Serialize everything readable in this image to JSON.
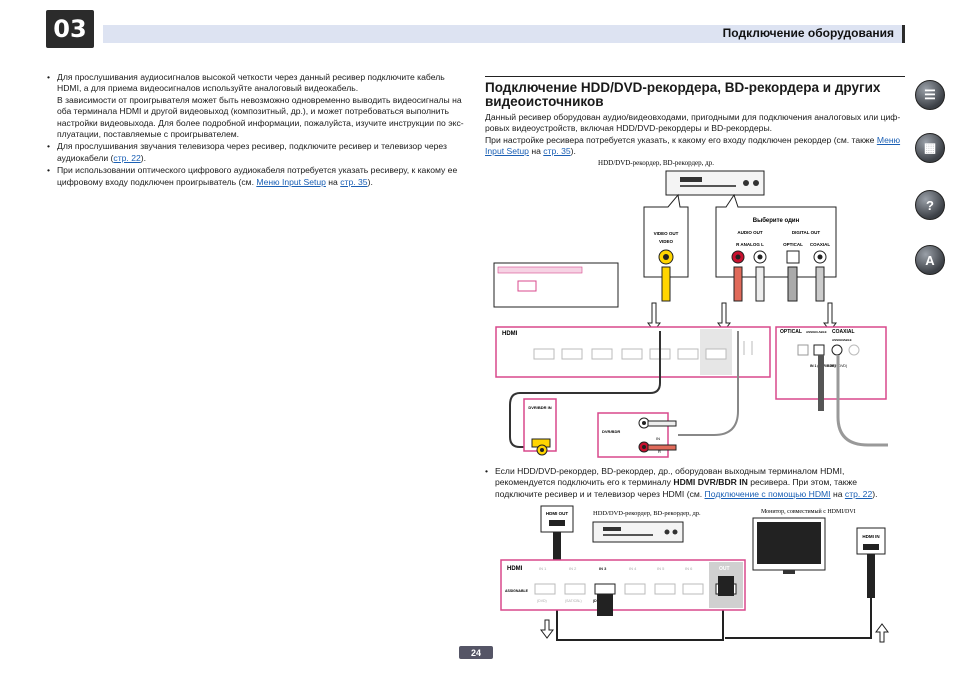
{
  "header": {
    "chapter": "03",
    "title": "Подключение оборудования"
  },
  "left_bullets": [
    {
      "text": "Для прослушивания аудиосигналов высокой четкости через данный ресивер подключите кабель HDMI, а для приема видеосигналов используйте аналоговый видеокабель."
    },
    {
      "text": "В зависимости от проигрывателя может быть невозможно одновременно выводить видеосигналы на оба терминала HDMI и другой видеовыход (композитный, др.), и может потребоваться выполнить настройки видеовыхода. Для более подробной информации, пожалуйста, изучите инструкции по экс-плуатации, поставляемые с проигрывателем."
    },
    {
      "pre": "Для прослушивания звучания телевизора через ресивер, подключите ресивер и телевизор через аудиокабели (",
      "link": "стр. 22",
      "post": ")."
    },
    {
      "pre": "При использовании оптического цифрового аудиокабеля потребуется указать ресиверу, к какому ее цифровому входу подключен проигрыватель (см. ",
      "link": "Меню Input Setup",
      "mid": " на ",
      "link2": "стр. 35",
      "post": ")."
    }
  ],
  "section": {
    "title": "Подключение HDD/DVD-рекордера, BD-рекордера и других видеоисточников",
    "para1": "Данный ресивер оборудован аудио/видеовходами, пригодными для подключения аналоговых или циф-ровых видеоустройств, включая HDD/DVD-рекордеры и BD-рекордеры.",
    "para2_pre": "При настройке ресивера потребуется указать, к какому его входу подключен рекордер (см. также ",
    "para2_link": "Меню Input Setup",
    "para2_mid": " на ",
    "para2_link2": "стр. 35",
    "para2_post": ")."
  },
  "diagram1": {
    "device_label": "HDD/DVD-рекордер, BD-рекордер, др.",
    "choose_one": "Выберите один",
    "video_out": "VIDEO OUT",
    "video": "VIDEO",
    "audio_out": "AUDIO OUT",
    "r_analog_l": "R  ANALOG  L",
    "digital_out": "DIGITAL OUT",
    "optical": "OPTICAL",
    "coaxial": "COAXIAL",
    "hdmi": "HDMI",
    "rx_optical": "OPTICAL",
    "rx_coaxial": "COAXIAL",
    "assignable": "ASSIGN-ABLE",
    "assignable2": "ASSIGNABLE",
    "in_dvr_bdr": "IN 1 (DVR/BDR)",
    "in_dvd": "IN 2 (DVD)",
    "dvr_bdr_in": "DVR/BDR IN",
    "dvr_bdr": "DVR/BDR",
    "in": "IN",
    "l": "L",
    "r": "R"
  },
  "note2": {
    "pre": "Если HDD/DVD-рекордер, BD-рекордер, др., оборудован выходным терминалом HDMI, рекомендуется подключить его к терминалу ",
    "bold": "HDMI DVR/BDR IN",
    "mid": " ресивера. При этом, также подключите ресивер и и телевизор через HDMI (см. ",
    "link": "Подключение с помощью HDMI",
    "mid2": " на ",
    "link2": "стр. 22",
    "post": ")."
  },
  "diagram2": {
    "hdmi_out": "HDMI OUT",
    "device_label": "HDD/DVD-рекордер, BD-рекордер, др.",
    "monitor_label": "Монитор, совместимый с HDMI/DVI",
    "hdmi_in": "HDMI IN",
    "hdmi": "HDMI",
    "in1": "IN 1",
    "in2": "IN 2",
    "in3": "IN 3",
    "in4": "IN 4",
    "in5": "IN 5",
    "in6": "IN 6",
    "out": "OUT",
    "assignable": "ASSIGNABLE",
    "dvd": "(DVD)",
    "sat_cbl": "(SAT/CBL)",
    "dvr_bdr": "(DVR/BDR)"
  },
  "page_number": "24",
  "colors": {
    "accent_pink": "#d8488c",
    "header_bg": "#dde3f2",
    "link": "#1a5fb4"
  }
}
